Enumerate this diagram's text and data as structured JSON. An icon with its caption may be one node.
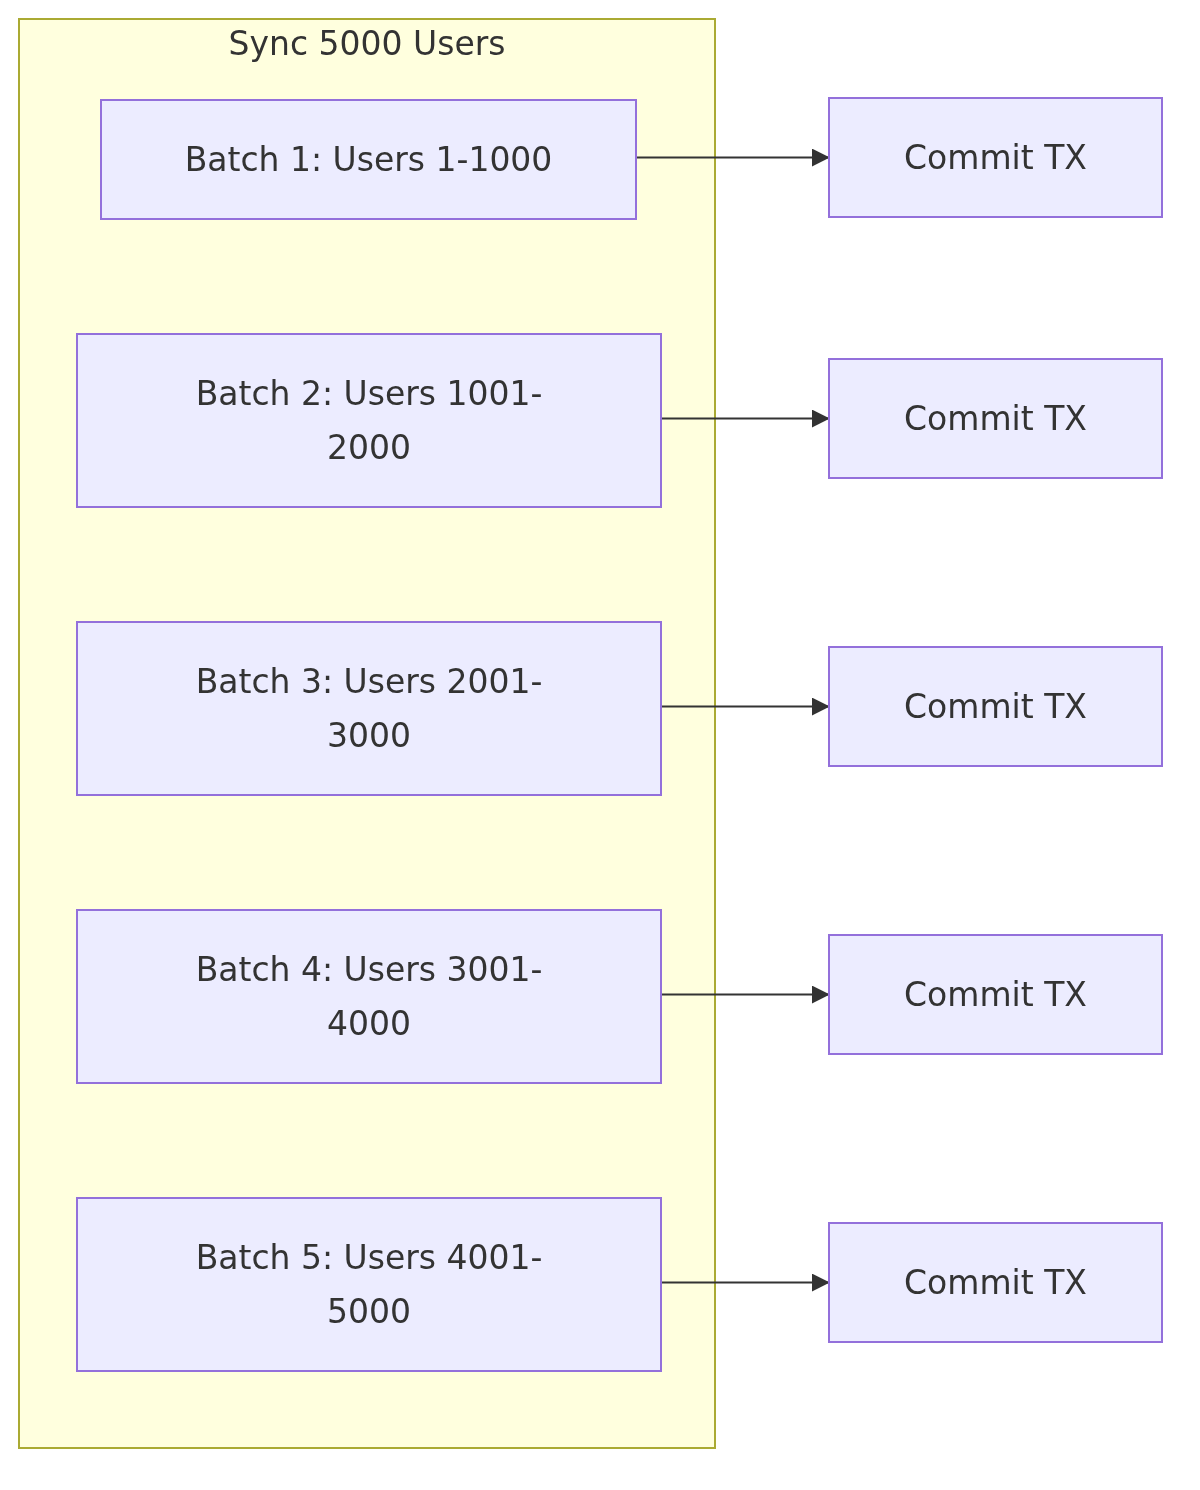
{
  "diagram": {
    "nodes": [
      {
        "text": [
          "Sync 5000 Users"
        ]
      },
      {
        "text": [
          "Batch 1: Users 1-1000"
        ],
        "in": 0
      },
      {
        "text": [
          "Batch 2: Users 1001-2000"
        ],
        "in": 0
      },
      {
        "text": [
          "Batch 3: Users 2001-3000"
        ],
        "in": 0
      },
      {
        "text": [
          "Batch 4: Users 3001-4000"
        ],
        "in": 0
      },
      {
        "text": [
          "Batch 5: Users 4001-5000"
        ],
        "in": 0
      },
      {
        "text": [
          "Commit TX"
        ]
      },
      {
        "text": [
          "Commit TX"
        ]
      },
      {
        "text": [
          "Commit TX"
        ]
      },
      {
        "text": [
          "Commit TX"
        ]
      },
      {
        "text": [
          "Commit TX"
        ]
      }
    ],
    "edges": [
      {
        "from": 1,
        "to": 6,
        "arrow": "to"
      },
      {
        "from": 2,
        "to": 7,
        "arrow": "to"
      },
      {
        "from": 3,
        "to": 8,
        "arrow": "to"
      },
      {
        "from": 4,
        "to": 9,
        "arrow": "to"
      },
      {
        "from": 5,
        "to": 10,
        "arrow": "to"
      }
    ]
  }
}
